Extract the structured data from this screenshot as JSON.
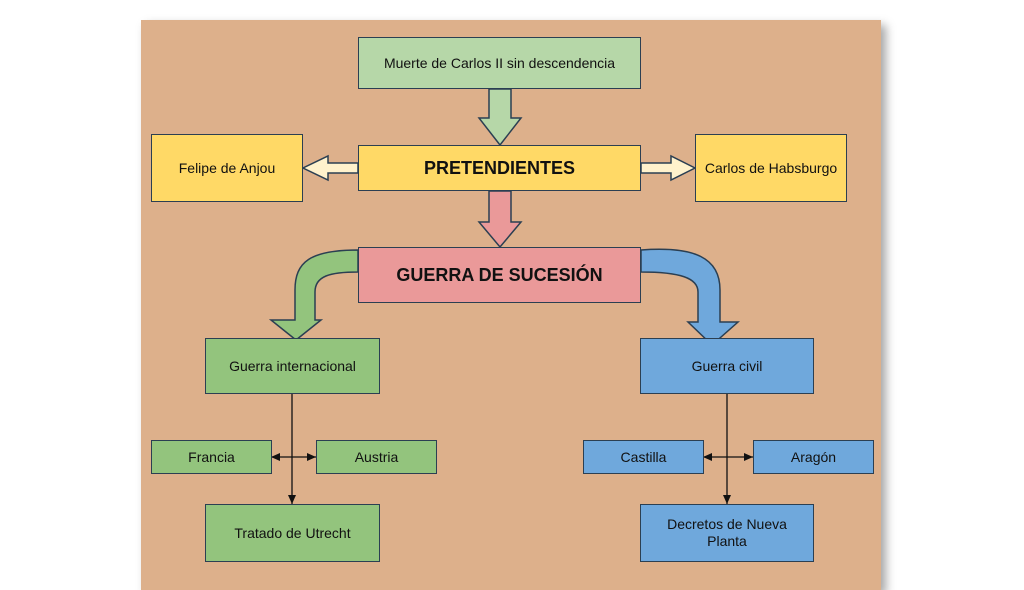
{
  "nodes": {
    "muerte": "Muerte de Carlos II sin descendencia",
    "pretendientes": "PRETENDIENTES",
    "felipe": "Felipe de Anjou",
    "carlos": "Carlos de Habsburgo",
    "guerra_sucesion": "GUERRA DE SUCESIÓN",
    "guerra_internacional": "Guerra internacional",
    "guerra_civil": "Guerra civil",
    "francia": "Francia",
    "austria": "Austria",
    "castilla": "Castilla",
    "aragon": "Aragón",
    "utrecht": "Tratado de Utrecht",
    "decretos": "Decretos de Nueva Planta"
  },
  "colors": {
    "panel": "#ddb08b",
    "green": "#93c47d",
    "light_green": "#b6d7a8",
    "yellow": "#ffd966",
    "red": "#ea9999",
    "blue": "#6fa8dc",
    "border": "#2b3f52"
  }
}
